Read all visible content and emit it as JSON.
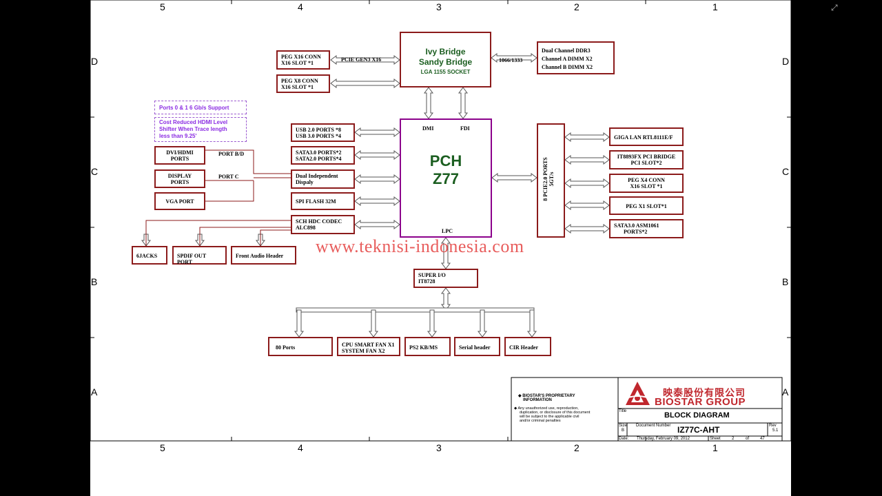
{
  "coords": {
    "top": [
      "5",
      "4",
      "3",
      "2",
      "1"
    ],
    "bottom": [
      "5",
      "4",
      "3",
      "2",
      "1"
    ],
    "left": [
      "D",
      "C",
      "B",
      "A"
    ],
    "right": [
      "D",
      "C",
      "B",
      "A"
    ]
  },
  "cpu": {
    "line1": "Ivy Bridge",
    "line2": "Sandy Bridge",
    "line3": "LGA 1155 SOCKET"
  },
  "pch": {
    "line1": "PCH",
    "line2": "Z77",
    "dmi": "DMI",
    "fdi": "FDI",
    "lpc": "LPC"
  },
  "ddr": {
    "line1": "Dual Channel DDR3",
    "line2": "Channel A DIMM X2",
    "line3": "Channel B DIMM X2",
    "speed": "1066/1333"
  },
  "peg": {
    "x16": {
      "line1": "PEG X16 CONN",
      "line2": "X16 SLOT *1"
    },
    "x8": {
      "line1": "PEG X8 CONN",
      "line2": "X16 SLOT *1"
    },
    "bus": "PCIE GEN3 X16"
  },
  "notes": {
    "n1": "Ports 0 & 1 6 Gb/s Support",
    "n2a": "Cost Reduced HDMI Level",
    "n2b": "Shifter When Trace length",
    "n2c": "less than 9.25'"
  },
  "left_boxes": {
    "usb": {
      "line1": "USB 2.0 PORTS *8",
      "line2": "USB 3.0 PORTS *4"
    },
    "sata": {
      "line1": "SATA3.0 PORTS*2",
      "line2": "SATA2.0 PORTS*4"
    },
    "dual": {
      "line1": "Dual Independent",
      "line2": "Dispaly"
    },
    "spi": {
      "line1": "SPI FLASH 32M"
    },
    "sch": {
      "line1": "SCH HDC CODEC",
      "line2": "ALC898"
    }
  },
  "display": {
    "dvi": {
      "line1": "DVI/HDMI",
      "line2": "PORTS"
    },
    "dp": {
      "line1": "DISPLAY",
      "line2": "PORTS"
    },
    "vga": {
      "line1": "VGA PORT"
    },
    "portbd": "PORT B/D",
    "portc": "PORT C"
  },
  "audio": {
    "jacks": "6JACKS",
    "spdif": "SPDIF OUT PORT",
    "front": "Front Audio Header"
  },
  "pcie_bar": {
    "line1": "8 PCIE2.0 PORTS",
    "line2": "5GT/s"
  },
  "right_boxes": {
    "lan": {
      "line1": "GIGA LAN RTL8111E/F"
    },
    "it8893": {
      "line1": "IT8893FX PCI BRIDGE",
      "line2": "PCI SLOT*2"
    },
    "pegx4": {
      "line1": "PEG X4 CONN",
      "line2": "X16 SLOT *1"
    },
    "pegx1": {
      "line1": "PEG X1 SLOT*1"
    },
    "asm": {
      "line1": "SATA3.0 ASM1061",
      "line2": "PORTS*2"
    }
  },
  "superio": {
    "line1": "SUPER I/O",
    "line2": "IT8728"
  },
  "lpc_devices": {
    "p80": "80 Ports",
    "fan": {
      "line1": "CPU SMART FAN X1",
      "line2": "SYSTEM FAN X2"
    },
    "ps2": "PS2 KB/MS",
    "serial": "Serial header",
    "cir": "CIR Header"
  },
  "watermark": "www.teknisi-indonesia.com",
  "titleblock": {
    "prop1": "BIOSTAR'S PROPRIETARY",
    "prop2": "INFORMATION",
    "warn1": "Any unauthorized use, reproduction,",
    "warn2": "duplication, or disclosure of this document",
    "warn3": "will be subject to the applicable civil",
    "warn4": "and/or criminal penalties",
    "company_cn": "映泰股份有限公司",
    "company_en": "BIOSTAR GROUP",
    "title_label": "Title",
    "title": "BLOCK DIAGRAM",
    "size_label": "Size",
    "size": "B",
    "docnum_label": "Document Number",
    "docnum": "IZ77C-AHT",
    "rev_label": "Rev",
    "rev": "5.1",
    "date_label": "Date:",
    "date": "Thursday, February 09, 2012",
    "sheet_label": "Sheet",
    "sheet": "2",
    "of_label": "of",
    "total": "47"
  },
  "colors": {
    "border": "#8b1a1a",
    "pch": "#8b008b",
    "cpu_text": "#1b5e20",
    "note": "#8a2be2",
    "watermark": "#e2302f",
    "logo": "#c0272d"
  },
  "icons": {
    "corner": "expand-icon"
  }
}
